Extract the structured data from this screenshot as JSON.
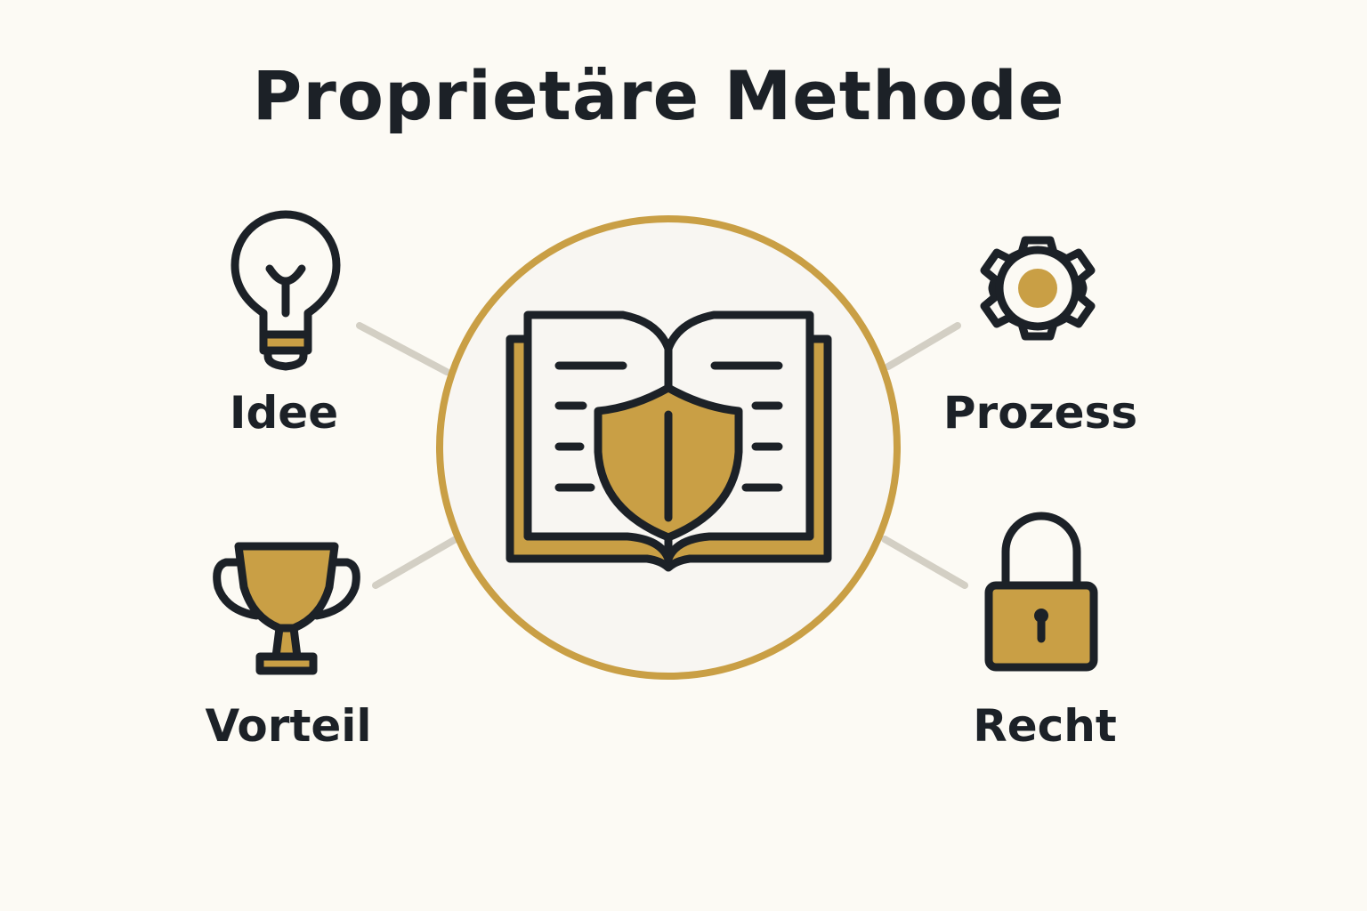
{
  "title": "Proprietäre Methode",
  "colors": {
    "background": "#fcfaf4",
    "accent_gold": "#c99f45",
    "outline": "#1c2127",
    "connector": "#d3cfc4"
  },
  "center": {
    "icon": "open-book-with-shield-icon"
  },
  "nodes": [
    {
      "id": "idee",
      "label": "Idee",
      "icon": "lightbulb-icon"
    },
    {
      "id": "vorteil",
      "label": "Vorteil",
      "icon": "trophy-icon"
    },
    {
      "id": "prozess",
      "label": "Prozess",
      "icon": "gear-icon"
    },
    {
      "id": "recht",
      "label": "Recht",
      "icon": "padlock-icon"
    }
  ]
}
